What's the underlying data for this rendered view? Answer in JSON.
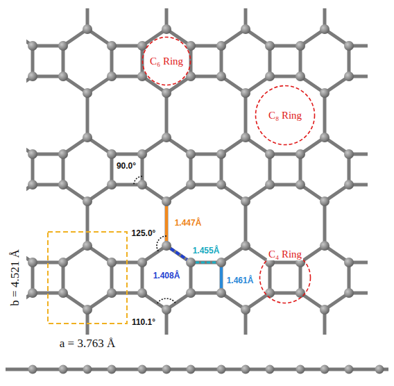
{
  "diagram": {
    "nodes": [
      {
        "text": [
          "C₆ Ring"
        ]
      },
      {
        "text": [
          "C₈ Ring"
        ]
      },
      {
        "text": [
          "C₄ Ring"
        ]
      }
    ],
    "labels": [
      "90.0°",
      "125.0°",
      "1.447Å",
      "1.455Å",
      "1.408Å",
      "1.461Å",
      "110.1°",
      "b = 4.521 Å",
      "a = 3.763 Å"
    ]
  }
}
